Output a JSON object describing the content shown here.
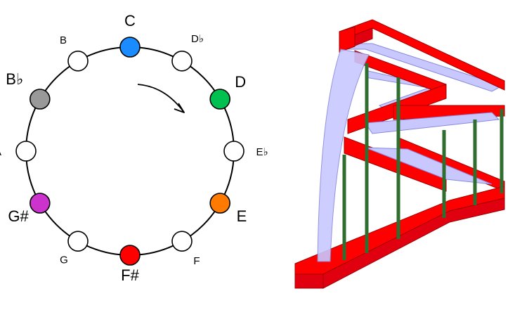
{
  "circle_diagram": {
    "notes": [
      {
        "label": "C",
        "flat": "",
        "color": "#1a8cff",
        "highlighted": true
      },
      {
        "label": "D",
        "flat": "♭",
        "color": "#ffffff",
        "highlighted": false
      },
      {
        "label": "D",
        "flat": "",
        "color": "#00c050",
        "highlighted": true
      },
      {
        "label": "E",
        "flat": "♭",
        "color": "#ffffff",
        "highlighted": false
      },
      {
        "label": "E",
        "flat": "",
        "color": "#ff7a00",
        "highlighted": true
      },
      {
        "label": "F",
        "flat": "",
        "color": "#ffffff",
        "highlighted": false
      },
      {
        "label": "F#",
        "flat": "",
        "color": "#ff0000",
        "highlighted": true
      },
      {
        "label": "G",
        "flat": "",
        "color": "#ffffff",
        "highlighted": false
      },
      {
        "label": "G#",
        "flat": "",
        "color": "#cc33cc",
        "highlighted": true
      },
      {
        "label": "A",
        "flat": "",
        "color": "#ffffff",
        "highlighted": false
      },
      {
        "label": "B",
        "flat": "♭",
        "color": "#999999",
        "highlighted": true
      },
      {
        "label": "B",
        "flat": "",
        "color": "#ffffff",
        "highlighted": false
      }
    ],
    "direction": "clockwise"
  },
  "staircase_diagram": {
    "colors": {
      "top": "#ff0000",
      "side": "#e00010",
      "water": "#c8c8ff",
      "post": "#2f6e2f"
    }
  }
}
